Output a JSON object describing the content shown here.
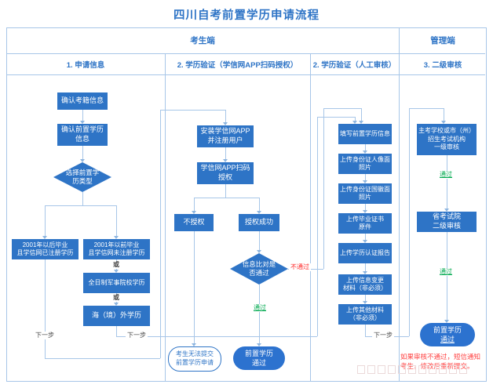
{
  "title": "四川自考前置学历申请流程",
  "headers": {
    "candidate": "考生端",
    "admin": "管理端",
    "col1": "1. 申请信息",
    "col2": "2. 学历验证（学信网APP扫码授权）",
    "col3": "2. 学历验证（人工审核）",
    "col4": "3. 二级审核"
  },
  "col1": {
    "confirm_exam_info": "确认考籍信息",
    "confirm_prior_edu": "确认前置学历信息",
    "choose_type": "选择前置学历类型",
    "after_2001_l1": "2001年以后毕业",
    "after_2001_l2": "且学信网已注册学历",
    "before_2001_l1": "2001年以前毕业",
    "before_2001_l2": "且学信网未注册学历",
    "military": "全日制军事院校学历",
    "overseas": "海（境）外学历"
  },
  "col2": {
    "install_app": "安装学信网APP并注册用户",
    "scan_auth": "学信网APP扫码授权",
    "no_auth": "不授权",
    "auth_ok": "授权成功",
    "compare_check": "信息比对是否通过",
    "cannot_submit_l1": "考生无法提交",
    "cannot_submit_l2": "前置学历申请",
    "passed_l1": "前置学历",
    "passed_l2": "通过"
  },
  "col3": {
    "fill_info": "填写前置学历信息",
    "upload_id_front": "上传身份证人像面照片",
    "upload_id_back": "上传身份证国徽面照片",
    "upload_diploma_l1": "上传毕业证书",
    "upload_diploma_l2": "原件",
    "upload_report": "上传学历认证报告",
    "upload_change_l1": "上传信息变更",
    "upload_change_l2": "材料（非必须）",
    "upload_other_l1": "上传其他材料",
    "upload_other_l2": "（非必须）"
  },
  "col4": {
    "first_review_l1": "主考学校或市（州）",
    "first_review_l2": "招生考试机构",
    "first_review_l3": "一级审核",
    "second_review_l1": "省考试院",
    "second_review_l2": "二级审核",
    "passed_l1": "前置学历",
    "passed_l2": "通过",
    "note": "如果审核不通过，短信通知考生，修改后重新提交。"
  },
  "labels": {
    "next": "下一步",
    "or": "或",
    "pass": "通过",
    "fail": "不通过"
  },
  "colors": {
    "node_blue": "#2E74C6",
    "grid_blue": "#A7C6E8",
    "pass_green": "#00A94F",
    "fail_red": "#FF2A2A"
  }
}
